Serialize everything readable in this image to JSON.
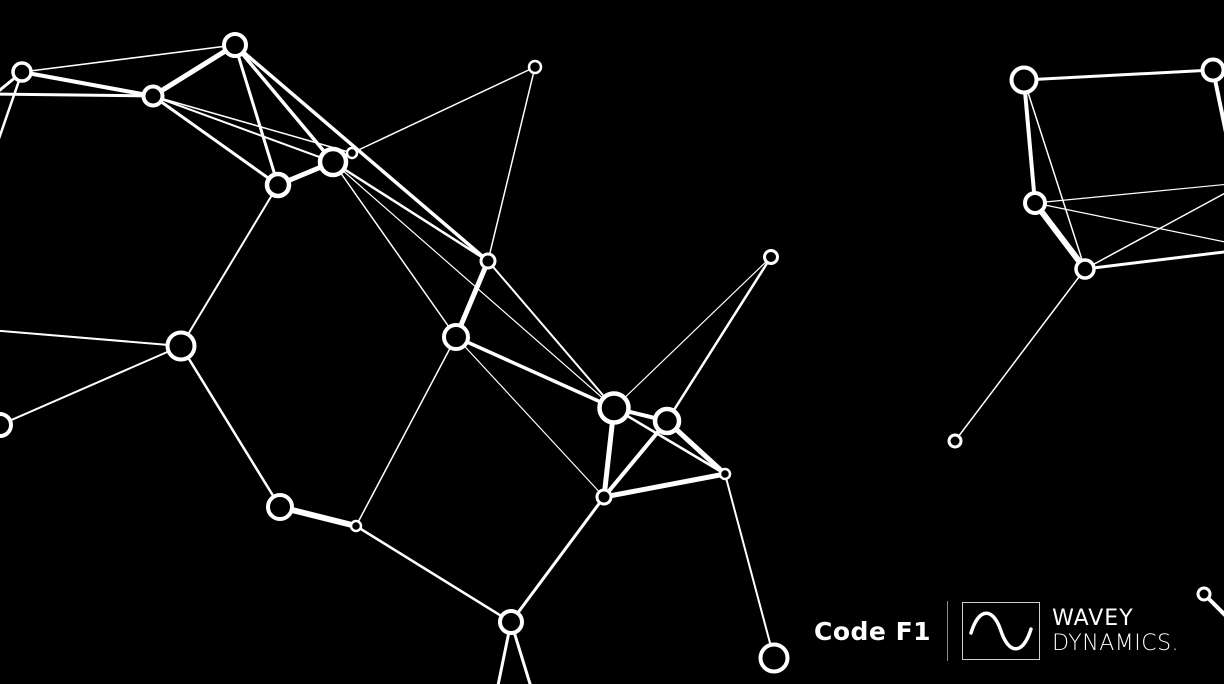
{
  "brand": {
    "code_logo": "Code F1",
    "company_line1": "WAVEY",
    "company_line2": "DYNAMICS."
  },
  "colors": {
    "background": "#000000",
    "foreground": "#ffffff"
  },
  "icons": {
    "wave": "sine-wave-icon"
  }
}
